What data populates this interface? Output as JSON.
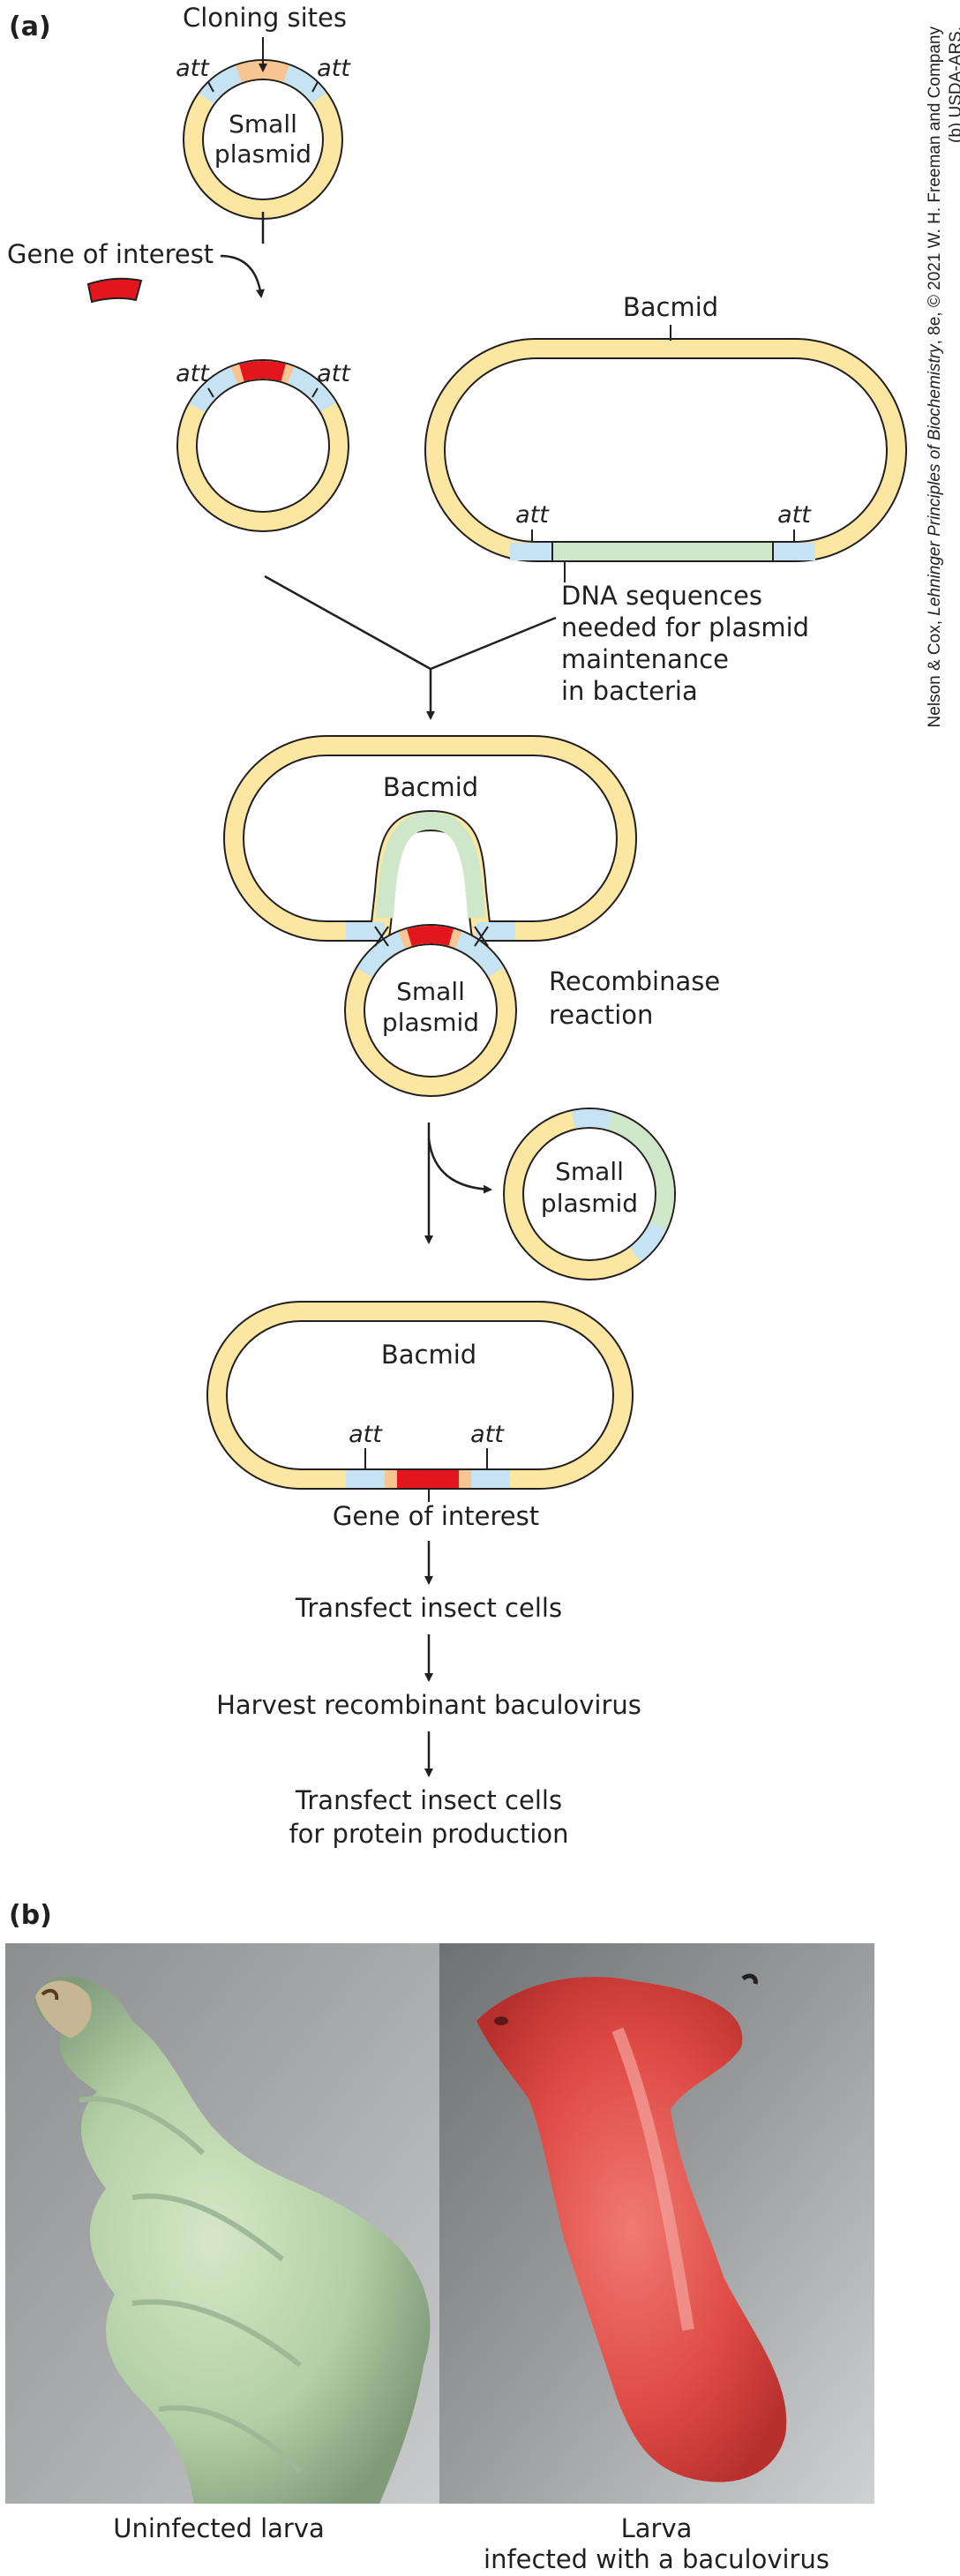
{
  "panels": {
    "a": "(a)",
    "b": "(b)"
  },
  "labels": {
    "cloning_sites": "Cloning sites",
    "att": "att",
    "small_plasmid_line1": "Small",
    "small_plasmid_line2": "plasmid",
    "gene_of_interest": "Gene of interest",
    "bacmid": "Bacmid",
    "dna_seq_line1": "DNA sequences",
    "dna_seq_line2": "needed for plasmid",
    "dna_seq_line3": "maintenance",
    "dna_seq_line4": "in bacteria",
    "recombinase_line1": "Recombinase",
    "recombinase_line2": "reaction"
  },
  "steps": [
    "Transfect insect cells",
    "Harvest recombinant baculovirus",
    "Transfect insect cells",
    "for protein production"
  ],
  "photos": {
    "left_caption": "Uninfected larva",
    "right_caption_line1": "Larva",
    "right_caption_line2": "infected with a baculovirus"
  },
  "credit": {
    "line1_prefix": "Nelson & Cox, ",
    "line1_book": "Lehninger Principles of Biochemistry",
    "line1_suffix": ", 8e, © 2021 W. H. Freeman and Company",
    "line2": "(b) USDA-ARS."
  },
  "colors": {
    "plasmid_yellow": "#fbe7a1",
    "att_blue": "#c6e3f3",
    "cloning_site_orange": "#f7c592",
    "gene_red": "#e3161e",
    "maintenance_green": "#cfe7c9",
    "outline": "#231f20"
  }
}
